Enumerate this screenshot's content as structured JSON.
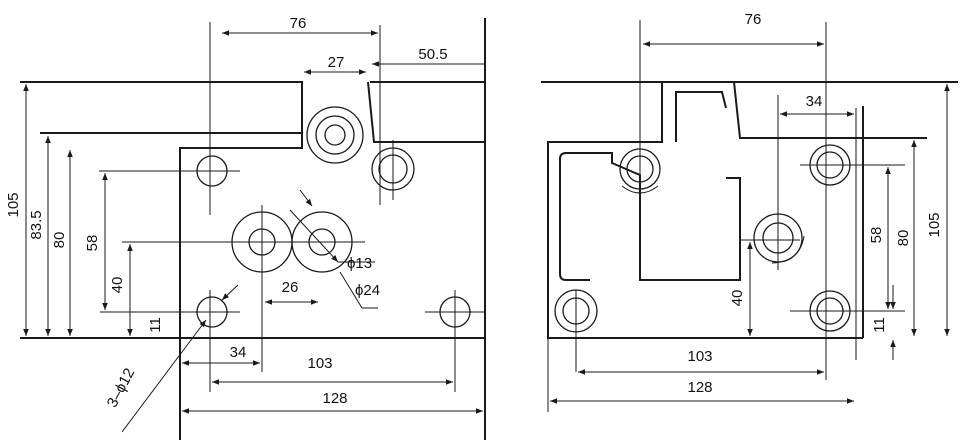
{
  "left_view": {
    "dim_76": "76",
    "dim_27": "27",
    "dim_50_5": "50.5",
    "dim_105": "105",
    "dim_83_5": "83.5",
    "dim_80": "80",
    "dim_58": "58",
    "dim_40": "40",
    "dim_11": "11",
    "dim_26": "26",
    "dim_34": "34",
    "dim_103": "103",
    "dim_128": "128",
    "hole_small": "ϕ13",
    "hole_large": "ϕ24",
    "holes_note": "3–ϕ12"
  },
  "right_view": {
    "dim_76": "76",
    "dim_34": "34",
    "dim_105": "105",
    "dim_80": "80",
    "dim_58": "58",
    "dim_40": "40",
    "dim_11": "11",
    "dim_103": "103",
    "dim_128": "128"
  },
  "colors": {
    "line": "#1a1a1a",
    "paper": "#ffffff"
  }
}
